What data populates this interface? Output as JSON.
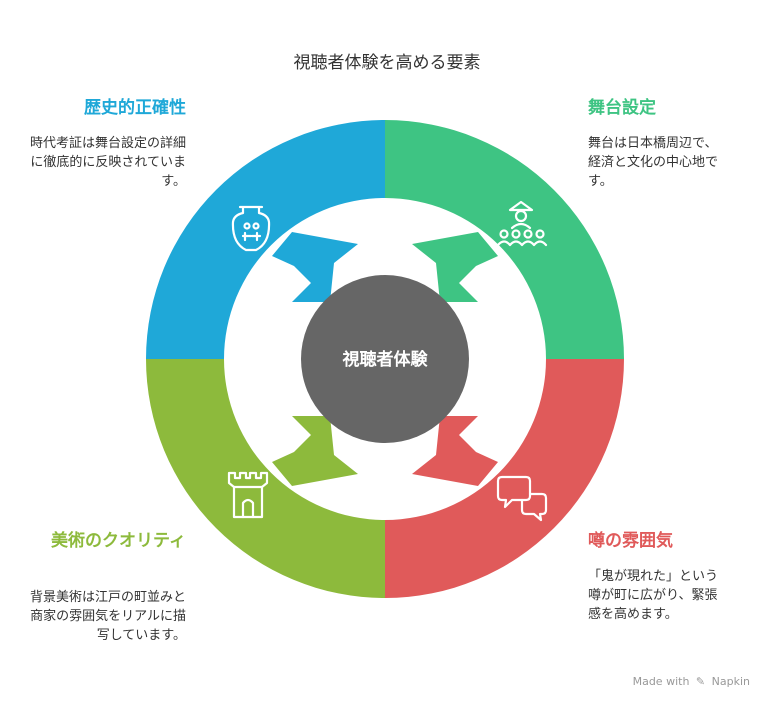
{
  "title": "視聴者体験を高める要素",
  "center": {
    "label": "視聴者体験",
    "color": "#666666"
  },
  "segments": [
    {
      "id": "history",
      "heading": "歴史的正確性",
      "color": "#1fa8d8",
      "description": "時代考証は舞台設定の詳細に徹底的に反映されています。",
      "icon": "vase-icon"
    },
    {
      "id": "stage",
      "heading": "舞台設定",
      "color": "#3ec483",
      "description": "舞台は日本橋周辺で、経済と文化の中心地です。",
      "icon": "people-stage-icon"
    },
    {
      "id": "rumor",
      "heading": "噂の雰囲気",
      "color": "#e05a5a",
      "description": "「鬼が現れた」という噂が町に広がり、緊張感を高めます。",
      "icon": "speech-bubbles-icon"
    },
    {
      "id": "art",
      "heading": "美術のクオリティ",
      "color": "#8dba3c",
      "description": "背景美術は江戸の町並みと商家の雰囲気をリアルに描写しています。",
      "icon": "castle-tower-icon"
    }
  ],
  "watermark": {
    "prefix": "Made with",
    "brand": "Napkin"
  }
}
